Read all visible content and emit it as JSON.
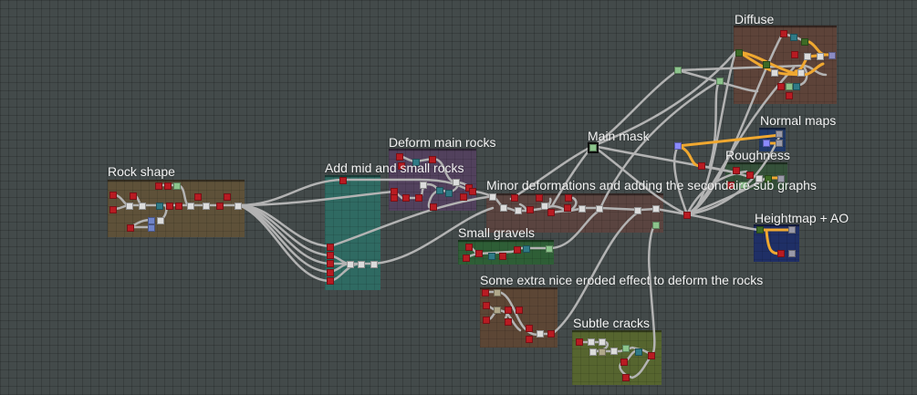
{
  "graph": {
    "frames": [
      {
        "id": "rock-shape",
        "title": "Rock shape",
        "color": "#5e5139"
      },
      {
        "id": "add-mid-small-rocks",
        "title": "Add mid and small rocks",
        "color": "#2f6a62"
      },
      {
        "id": "deform-main-rocks",
        "title": "Deform main rocks",
        "color": "#54405e"
      },
      {
        "id": "main-mask",
        "title": "Main mask",
        "color": "#111111"
      },
      {
        "id": "minor-deformations",
        "title": "Minor deformations and adding the secondaire sub graphs",
        "color": "#5a4440"
      },
      {
        "id": "small-gravels",
        "title": "Small gravels",
        "color": "#2e5e36"
      },
      {
        "id": "eroded-effect",
        "title": "Some extra nice eroded effect to deform the rocks",
        "color": "#5c4635"
      },
      {
        "id": "subtle-cracks",
        "title": "Subtle cracks",
        "color": "#56652f"
      },
      {
        "id": "diffuse",
        "title": "Diffuse",
        "color": "#5d4339"
      },
      {
        "id": "normal-maps",
        "title": "Normal maps",
        "color": "#213a6a"
      },
      {
        "id": "roughness",
        "title": "Roughness",
        "color": "#35513a"
      },
      {
        "id": "heightmap-ao",
        "title": "Heightmap + AO",
        "color": "#1f2f66"
      }
    ],
    "colors": {
      "wire": "#b3b3b3",
      "wire_highlight": "#f0a830",
      "background": "#434a4a"
    }
  }
}
